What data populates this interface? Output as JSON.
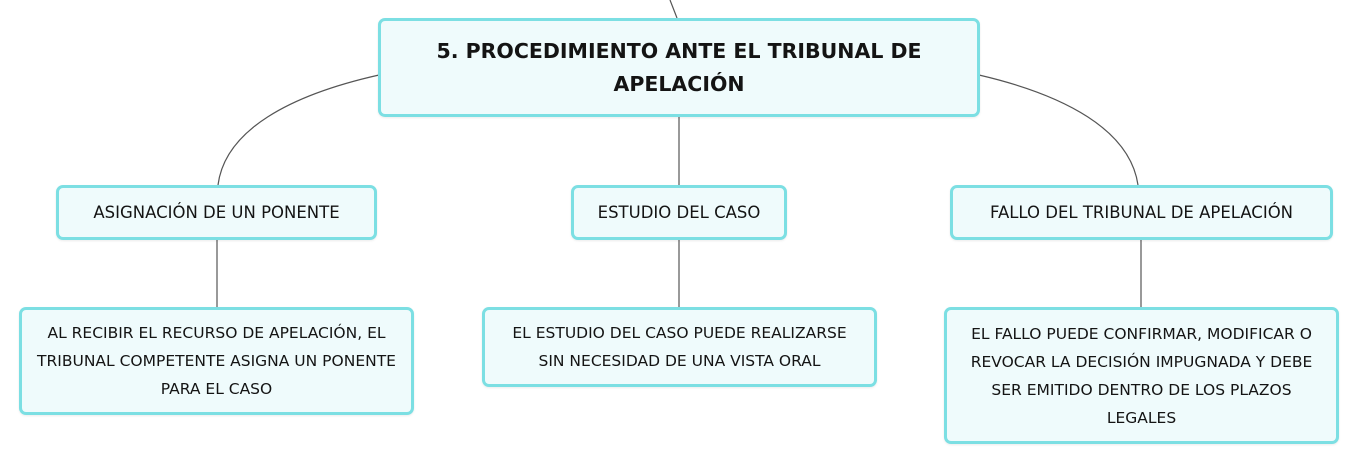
{
  "colors": {
    "node_border": "#7cdfe3",
    "node_fill": "#effbfc",
    "connector": "#555555",
    "text": "#141414"
  },
  "root": {
    "title": "5. PROCEDIMIENTO ANTE EL TRIBUNAL DE APELACIÓN"
  },
  "branches": [
    {
      "label": "ASIGNACIÓN DE UN PONENTE",
      "detail": "AL RECIBIR EL RECURSO DE APELACIÓN, EL TRIBUNAL COMPETENTE ASIGNA UN PONENTE PARA EL CASO"
    },
    {
      "label": "ESTUDIO DEL CASO",
      "detail": "EL ESTUDIO DEL CASO PUEDE REALIZARSE SIN NECESIDAD DE UNA VISTA ORAL"
    },
    {
      "label": "FALLO DEL TRIBUNAL DE APELACIÓN",
      "detail": "EL FALLO PUEDE CONFIRMAR, MODIFICAR O REVOCAR LA DECISIÓN IMPUGNADA Y DEBE SER EMITIDO DENTRO DE LOS PLAZOS LEGALES"
    }
  ]
}
